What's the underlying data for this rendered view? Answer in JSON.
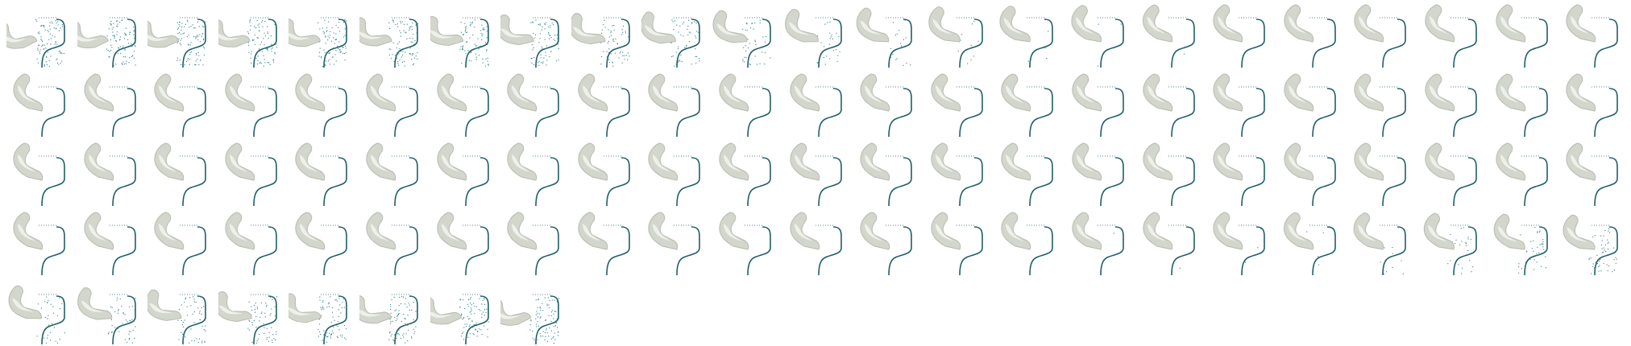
{
  "sheet": {
    "rows": 5,
    "columns": 23,
    "frame_count": 100,
    "background": "#ffffff",
    "colors": {
      "arm_fill": "#d3d6cc",
      "arm_shade": "#b7bbaf",
      "arm_highlight": "#eef0ea",
      "vessel": "#1f5f66",
      "vessel_dots": "#2a7f86"
    },
    "frames": [
      {
        "pose": 1.0,
        "dots": 1.0
      },
      {
        "pose": 0.96,
        "dots": 1.0
      },
      {
        "pose": 0.92,
        "dots": 1.0
      },
      {
        "pose": 0.88,
        "dots": 0.95
      },
      {
        "pose": 0.84,
        "dots": 0.95
      },
      {
        "pose": 0.78,
        "dots": 0.9
      },
      {
        "pose": 0.72,
        "dots": 0.85
      },
      {
        "pose": 0.64,
        "dots": 0.8
      },
      {
        "pose": 0.56,
        "dots": 0.7
      },
      {
        "pose": 0.48,
        "dots": 0.6
      },
      {
        "pose": 0.4,
        "dots": 0.45
      },
      {
        "pose": 0.32,
        "dots": 0.3
      },
      {
        "pose": 0.24,
        "dots": 0.2
      },
      {
        "pose": 0.16,
        "dots": 0.12
      },
      {
        "pose": 0.1,
        "dots": 0.06
      },
      {
        "pose": 0.05,
        "dots": 0.03
      },
      {
        "pose": 0.02,
        "dots": 0.01
      },
      {
        "pose": 0.0,
        "dots": 0.0
      },
      {
        "pose": 0.0,
        "dots": 0.0
      },
      {
        "pose": 0.0,
        "dots": 0.0
      },
      {
        "pose": 0.0,
        "dots": 0.0
      },
      {
        "pose": 0.0,
        "dots": 0.0
      },
      {
        "pose": 0.0,
        "dots": 0.0
      },
      {
        "pose": 0.0,
        "dots": 0.0
      },
      {
        "pose": 0.0,
        "dots": 0.0
      },
      {
        "pose": 0.0,
        "dots": 0.0
      },
      {
        "pose": 0.0,
        "dots": 0.0
      },
      {
        "pose": 0.0,
        "dots": 0.0
      },
      {
        "pose": 0.0,
        "dots": 0.0
      },
      {
        "pose": 0.0,
        "dots": 0.0
      },
      {
        "pose": 0.0,
        "dots": 0.0
      },
      {
        "pose": 0.0,
        "dots": 0.0
      },
      {
        "pose": 0.0,
        "dots": 0.0
      },
      {
        "pose": 0.0,
        "dots": 0.0
      },
      {
        "pose": 0.0,
        "dots": 0.0
      },
      {
        "pose": 0.0,
        "dots": 0.0
      },
      {
        "pose": 0.0,
        "dots": 0.0
      },
      {
        "pose": 0.0,
        "dots": 0.0
      },
      {
        "pose": 0.0,
        "dots": 0.0
      },
      {
        "pose": 0.0,
        "dots": 0.0
      },
      {
        "pose": 0.0,
        "dots": 0.0
      },
      {
        "pose": 0.0,
        "dots": 0.0
      },
      {
        "pose": 0.0,
        "dots": 0.0
      },
      {
        "pose": 0.0,
        "dots": 0.0
      },
      {
        "pose": 0.0,
        "dots": 0.0
      },
      {
        "pose": 0.0,
        "dots": 0.0
      },
      {
        "pose": 0.0,
        "dots": 0.0
      },
      {
        "pose": 0.0,
        "dots": 0.0
      },
      {
        "pose": 0.0,
        "dots": 0.0
      },
      {
        "pose": 0.0,
        "dots": 0.0
      },
      {
        "pose": 0.0,
        "dots": 0.0
      },
      {
        "pose": 0.0,
        "dots": 0.0
      },
      {
        "pose": 0.0,
        "dots": 0.0
      },
      {
        "pose": 0.0,
        "dots": 0.0
      },
      {
        "pose": 0.0,
        "dots": 0.0
      },
      {
        "pose": 0.0,
        "dots": 0.0
      },
      {
        "pose": 0.0,
        "dots": 0.0
      },
      {
        "pose": 0.0,
        "dots": 0.0
      },
      {
        "pose": 0.0,
        "dots": 0.0
      },
      {
        "pose": 0.0,
        "dots": 0.0
      },
      {
        "pose": 0.0,
        "dots": 0.0
      },
      {
        "pose": 0.0,
        "dots": 0.0
      },
      {
        "pose": 0.0,
        "dots": 0.0
      },
      {
        "pose": 0.0,
        "dots": 0.0
      },
      {
        "pose": 0.0,
        "dots": 0.0
      },
      {
        "pose": 0.0,
        "dots": 0.0
      },
      {
        "pose": 0.0,
        "dots": 0.0
      },
      {
        "pose": 0.0,
        "dots": 0.0
      },
      {
        "pose": 0.0,
        "dots": 0.0
      },
      {
        "pose": 0.0,
        "dots": 0.0
      },
      {
        "pose": 0.0,
        "dots": 0.0
      },
      {
        "pose": 0.0,
        "dots": 0.0
      },
      {
        "pose": 0.0,
        "dots": 0.0
      },
      {
        "pose": 0.0,
        "dots": 0.0
      },
      {
        "pose": 0.0,
        "dots": 0.0
      },
      {
        "pose": 0.0,
        "dots": 0.0
      },
      {
        "pose": 0.0,
        "dots": 0.0
      },
      {
        "pose": 0.0,
        "dots": 0.0
      },
      {
        "pose": 0.0,
        "dots": 0.0
      },
      {
        "pose": 0.0,
        "dots": 0.0
      },
      {
        "pose": 0.0,
        "dots": 0.0
      },
      {
        "pose": 0.0,
        "dots": 0.0
      },
      {
        "pose": 0.0,
        "dots": 0.0
      },
      {
        "pose": 0.0,
        "dots": 0.0
      },
      {
        "pose": 0.0,
        "dots": 0.01
      },
      {
        "pose": 0.0,
        "dots": 0.02
      },
      {
        "pose": 0.0,
        "dots": 0.03
      },
      {
        "pose": 0.02,
        "dots": 0.05
      },
      {
        "pose": 0.04,
        "dots": 0.1
      },
      {
        "pose": 0.08,
        "dots": 0.3
      },
      {
        "pose": 0.14,
        "dots": 0.45
      },
      {
        "pose": 0.2,
        "dots": 0.6
      },
      {
        "pose": 0.3,
        "dots": 0.4
      },
      {
        "pose": 0.42,
        "dots": 0.5
      },
      {
        "pose": 0.54,
        "dots": 0.6
      },
      {
        "pose": 0.64,
        "dots": 0.7
      },
      {
        "pose": 0.74,
        "dots": 0.8
      },
      {
        "pose": 0.84,
        "dots": 0.88
      },
      {
        "pose": 0.92,
        "dots": 0.94
      },
      {
        "pose": 1.0,
        "dots": 1.0
      }
    ]
  }
}
